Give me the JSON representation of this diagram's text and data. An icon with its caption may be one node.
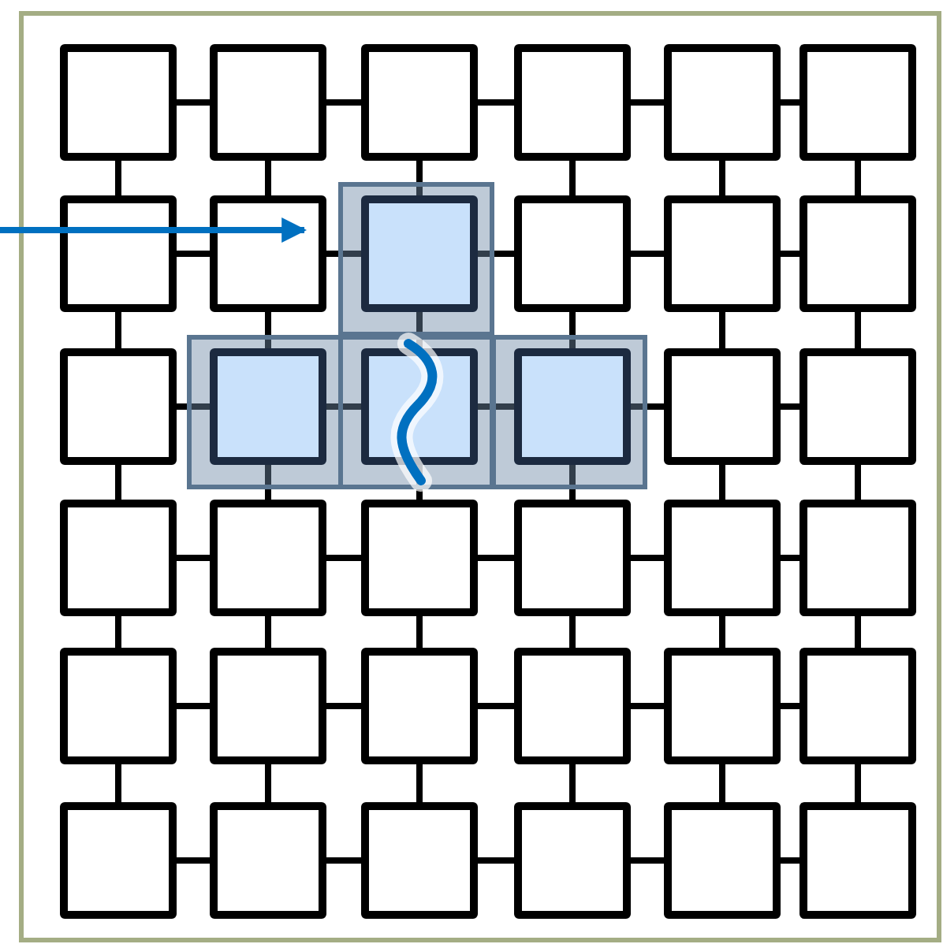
{
  "diagram": {
    "nodes": [
      {
        "text": [],
        "shape": "box"
      },
      {
        "text": [],
        "shape": "box"
      },
      {
        "text": [],
        "shape": "box"
      },
      {
        "text": [],
        "shape": "box"
      },
      {
        "text": [],
        "shape": "box"
      },
      {
        "text": [],
        "shape": "box"
      },
      {
        "text": [],
        "shape": "box"
      },
      {
        "text": [],
        "shape": "box"
      },
      {
        "text": [],
        "shape": "box"
      },
      {
        "text": [],
        "shape": "box"
      },
      {
        "text": [],
        "shape": "box"
      },
      {
        "text": [],
        "shape": "box"
      },
      {
        "text": [],
        "shape": "box"
      },
      {
        "text": [],
        "shape": "box"
      },
      {
        "text": [],
        "shape": "box"
      },
      {
        "text": [],
        "shape": "box"
      },
      {
        "text": [],
        "shape": "box"
      },
      {
        "text": [],
        "shape": "box"
      },
      {
        "text": [],
        "shape": "box"
      },
      {
        "text": [],
        "shape": "box"
      },
      {
        "text": [],
        "shape": "box"
      },
      {
        "text": [],
        "shape": "box"
      },
      {
        "text": [],
        "shape": "box"
      },
      {
        "text": [],
        "shape": "box"
      },
      {
        "text": [],
        "shape": "box"
      },
      {
        "text": [],
        "shape": "box"
      },
      {
        "text": [],
        "shape": "box"
      },
      {
        "text": [],
        "shape": "box"
      },
      {
        "text": [],
        "shape": "box"
      },
      {
        "text": [],
        "shape": "box"
      },
      {
        "text": [],
        "shape": "box"
      },
      {
        "text": [],
        "shape": "box"
      },
      {
        "text": [],
        "shape": "box"
      },
      {
        "text": [],
        "shape": "box"
      },
      {
        "text": [],
        "shape": "box"
      },
      {
        "text": [],
        "shape": "box"
      }
    ],
    "edges": [
      {
        "from": 0,
        "to": 1,
        "arrow": "none"
      },
      {
        "from": 1,
        "to": 2,
        "arrow": "none"
      },
      {
        "from": 2,
        "to": 3,
        "arrow": "none"
      },
      {
        "from": 3,
        "to": 4,
        "arrow": "none"
      },
      {
        "from": 4,
        "to": 5,
        "arrow": "none"
      },
      {
        "from": 0,
        "to": 6,
        "arrow": "none"
      },
      {
        "from": 1,
        "to": 7,
        "arrow": "none"
      },
      {
        "from": 2,
        "to": 8,
        "arrow": "none"
      },
      {
        "from": 3,
        "to": 9,
        "arrow": "none"
      },
      {
        "from": 4,
        "to": 10,
        "arrow": "none"
      },
      {
        "from": 5,
        "to": 11,
        "arrow": "none"
      },
      {
        "from": 6,
        "to": 7,
        "arrow": "none"
      },
      {
        "from": 7,
        "to": 8,
        "arrow": "none"
      },
      {
        "from": 8,
        "to": 9,
        "arrow": "none"
      },
      {
        "from": 9,
        "to": 10,
        "arrow": "none"
      },
      {
        "from": 10,
        "to": 11,
        "arrow": "none"
      },
      {
        "from": 6,
        "to": 12,
        "arrow": "none"
      },
      {
        "from": 7,
        "to": 13,
        "arrow": "none"
      },
      {
        "from": 8,
        "to": 14,
        "arrow": "none"
      },
      {
        "from": 9,
        "to": 15,
        "arrow": "none"
      },
      {
        "from": 10,
        "to": 16,
        "arrow": "none"
      },
      {
        "from": 11,
        "to": 17,
        "arrow": "none"
      },
      {
        "from": 12,
        "to": 13,
        "arrow": "none"
      },
      {
        "from": 13,
        "to": 14,
        "arrow": "none"
      },
      {
        "from": 14,
        "to": 15,
        "arrow": "none"
      },
      {
        "from": 15,
        "to": 16,
        "arrow": "none"
      },
      {
        "from": 16,
        "to": 17,
        "arrow": "none"
      },
      {
        "from": 12,
        "to": 18,
        "arrow": "none"
      },
      {
        "from": 13,
        "to": 19,
        "arrow": "none"
      },
      {
        "from": 14,
        "to": 20,
        "arrow": "none"
      },
      {
        "from": 15,
        "to": 21,
        "arrow": "none"
      },
      {
        "from": 16,
        "to": 22,
        "arrow": "none"
      },
      {
        "from": 17,
        "to": 23,
        "arrow": "none"
      },
      {
        "from": 18,
        "to": 19,
        "arrow": "none"
      },
      {
        "from": 19,
        "to": 20,
        "arrow": "none"
      },
      {
        "from": 20,
        "to": 21,
        "arrow": "none"
      },
      {
        "from": 21,
        "to": 22,
        "arrow": "none"
      },
      {
        "from": 22,
        "to": 23,
        "arrow": "none"
      },
      {
        "from": 18,
        "to": 24,
        "arrow": "none"
      },
      {
        "from": 19,
        "to": 25,
        "arrow": "none"
      },
      {
        "from": 20,
        "to": 26,
        "arrow": "none"
      },
      {
        "from": 21,
        "to": 27,
        "arrow": "none"
      },
      {
        "from": 22,
        "to": 28,
        "arrow": "none"
      },
      {
        "from": 23,
        "to": 29,
        "arrow": "none"
      },
      {
        "from": 24,
        "to": 25,
        "arrow": "none"
      },
      {
        "from": 25,
        "to": 26,
        "arrow": "none"
      },
      {
        "from": 26,
        "to": 27,
        "arrow": "none"
      },
      {
        "from": 27,
        "to": 28,
        "arrow": "none"
      },
      {
        "from": 28,
        "to": 29,
        "arrow": "none"
      },
      {
        "from": 24,
        "to": 30,
        "arrow": "none"
      },
      {
        "from": 25,
        "to": 31,
        "arrow": "none"
      },
      {
        "from": 26,
        "to": 32,
        "arrow": "none"
      },
      {
        "from": 27,
        "to": 33,
        "arrow": "none"
      },
      {
        "from": 28,
        "to": 34,
        "arrow": "none"
      },
      {
        "from": 29,
        "to": 35,
        "arrow": "none"
      },
      {
        "from": 30,
        "to": 31,
        "arrow": "none"
      },
      {
        "from": 31,
        "to": 32,
        "arrow": "none"
      },
      {
        "from": 32,
        "to": 33,
        "arrow": "none"
      },
      {
        "from": 33,
        "to": 34,
        "arrow": "none"
      },
      {
        "from": 34,
        "to": 35,
        "arrow": "none"
      },
      {
        "from": null,
        "to": 8,
        "arrow": "to",
        "color": "#0070c0"
      }
    ]
  }
}
